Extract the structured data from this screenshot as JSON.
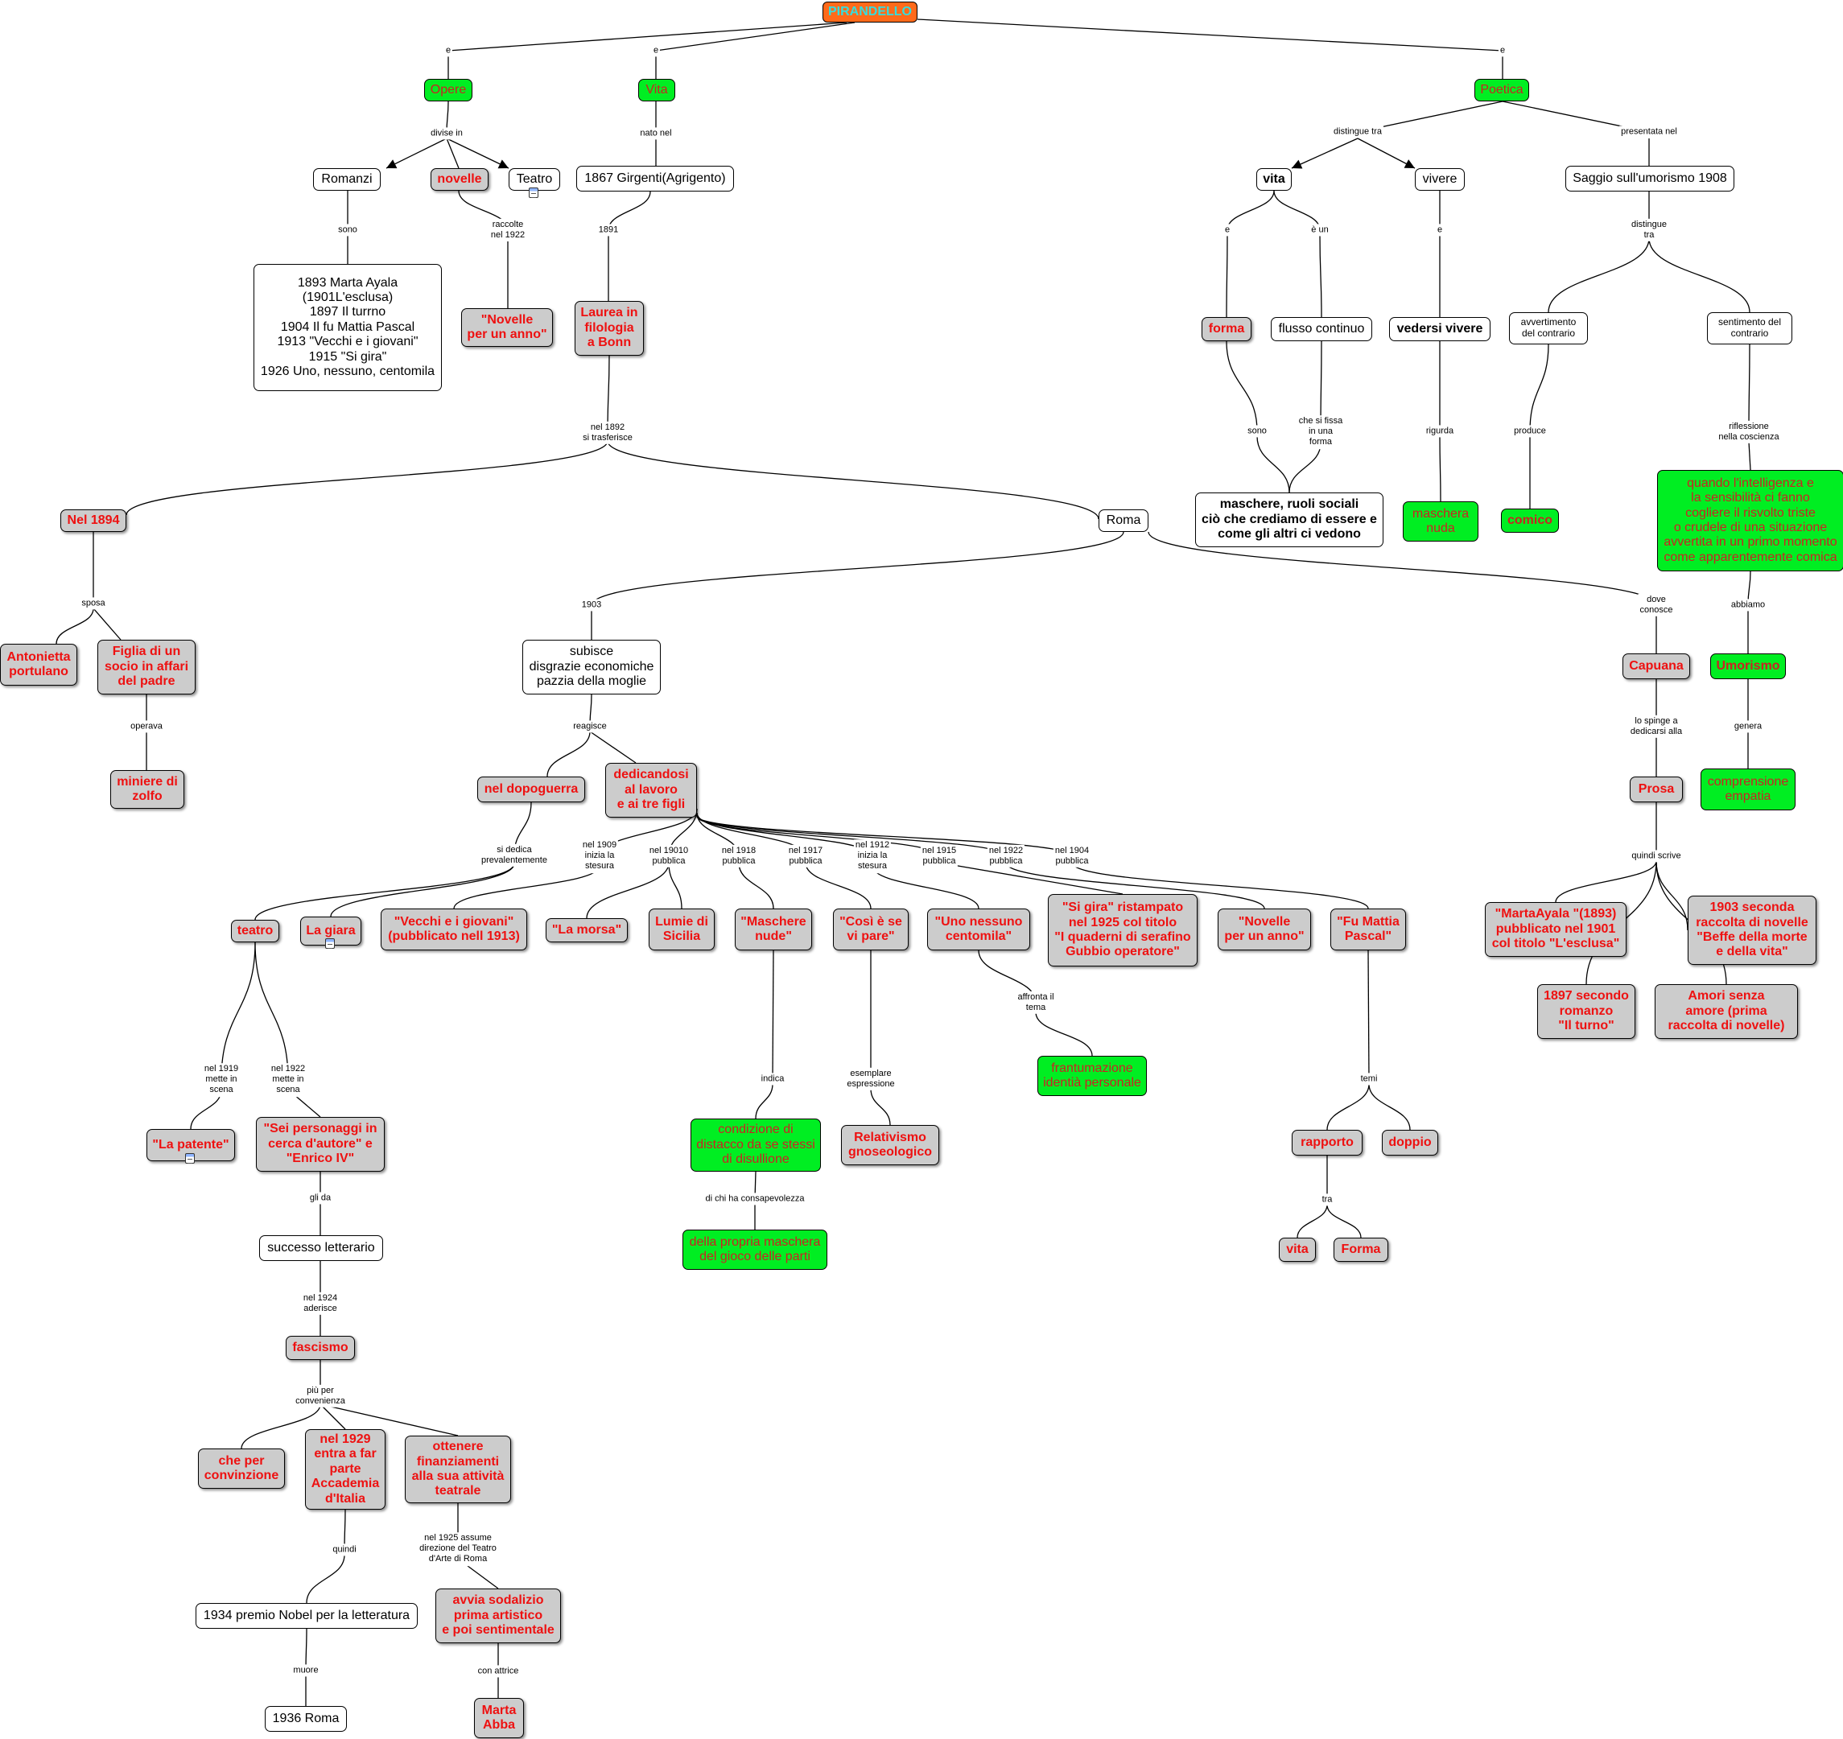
{
  "nodes": {
    "pirandello": "PIRANDELLO",
    "opere": "Opere",
    "vita_top": "Vita",
    "poetica": "Poetica",
    "romanzi": "Romanzi",
    "novelle": "novelle",
    "teatro_top": "Teatro",
    "romanzi_list": "1893 Marta Ayala\n(1901L'esclusa)\n1897 Il turrno\n1904 Il fu Mattia Pascal\n1913 \"Vecchi e i  giovani\"\n1915 \"Si gira\"\n1926 Uno, nessuno, centomila",
    "novelle_anno_top": "\"Novelle\nper un anno\"",
    "nascita": "1867 Girgenti(Agrigento)",
    "laurea": "Laurea in\nfilologia\na Bonn",
    "nel_1894": "Nel 1894",
    "roma": "Roma",
    "antonietta": "Antonietta\nportulano",
    "figlia_socio": "Figlia di un\nsocio in affari\ndel padre",
    "miniere": "miniere di\nzolfo",
    "disgrazie": "subisce\ndisgrazie economiche\npazzia della moglie",
    "dopoguerra": "nel dopoguerra",
    "dedicandosi": "dedicandosi\nal lavoro\ne ai tre figli",
    "teatro": "teatro",
    "la_giara": "La giara",
    "vecchi_giovani": "\"Vecchi e i  giovani\"\n(pubblicato nell 1913)",
    "la_morsa": "\"La morsa\"",
    "lumie": "Lumie di\nSicilia",
    "maschere_nude": "\"Maschere\nnude\"",
    "cosi_e": "\"Così è se\nvi pare\"",
    "uno_nessuno": "\"Uno nessuno\ncentomila\"",
    "si_gira": "\"Si gira\" ristampato\nnel 1925 col titolo\n\"I quaderni di serafino\nGubbio operatore\"",
    "novelle_anno": "\"Novelle\nper un anno\"",
    "fu_mattia": "\"Fu Mattia\nPascal\"",
    "la_patente": "\"La patente\"",
    "sei_personaggi": "\"Sei personaggi in\ncerca d'autore\" e\n\"Enrico IV\"",
    "successo": "successo letterario",
    "fascismo": "fascismo",
    "convinzione": "che per\nconvinzione",
    "accademia": "nel 1929\nentra a far\nparte\nAccademia\nd'Italia",
    "finanziamenti": "ottenere\nfinanziamenti\nalla sua attività\nteatrale",
    "nobel": "1934 premio Nobel per la letteratura",
    "morte": "1936 Roma",
    "sodalizio": "avvia sodalizio\nprima artistico\ne poi sentimentale",
    "marta_abba": "Marta\nAbba",
    "condizione": "condizione di\ndistacco da se stessi\ndi disullione",
    "propria_maschera": "della propria maschera\ndel gioco delle parti",
    "relativismo": "Relativismo\ngnoseologico",
    "frantumazione": "frantumazione\nidentià personale",
    "rapporto": "rapporto",
    "doppio": "doppio",
    "vita_tema": "vita",
    "forma_tema": "Forma",
    "vita_poetica": "vita",
    "vivere": "vivere",
    "saggio": "Saggio sull'umorismo 1908",
    "forma": "forma",
    "flusso": "flusso continuo",
    "vedersi": "vedersi vivere",
    "avvertimento": "avvertimento\ndel contrario",
    "sentimento": "sentimento del\ncontrario",
    "maschere_ruoli": "maschere, ruoli sociali\nciò che crediamo di essere e\ncome gli altri ci vedono",
    "maschera_nuda": "maschera\nnuda",
    "comico": "comico",
    "quando": "quando l'intelligenza e\nla sensibilità ci fanno\ncogliere il risvolto triste\no crudele di una situazione\navvertita in un primo momento\ncome apparentemente comica",
    "capuana": "Capuana",
    "umorismo": "Umorismo",
    "prosa": "Prosa",
    "comprensione": "comprensione\nempatia",
    "marta_ayala": "\"MartaAyala \"(1893)\npubblicato nel 1901\ncol titolo \"L'esclusa\"",
    "beffe": "1903 seconda\nraccolta di novelle\n\"Beffe della morte\ne della vita\"",
    "turno": "1897 secondo\nromanzo\n\"Il turno\"",
    "amori": "Amori senza\namore (prima\nraccolta di novelle)"
  },
  "link_labels": {
    "e1": "e",
    "e2": "e",
    "e3": "e",
    "divise_in": "divise in",
    "nato_nel": "nato nel",
    "distingue_tra": "distingue tra",
    "presentata_nel": "presentata nel",
    "sono1": "sono",
    "raccolte": "raccolte\nnel 1922",
    "y1891": "1891",
    "nel1892": "nel 1892\nsi trasferisce",
    "sposa": "sposa",
    "operava": "operava",
    "y1903": "1903",
    "dove_conosce": "dove\nconosce",
    "reagisce": "reagisce",
    "si_dedica": "si dedica\nprevalentemente",
    "nel1909": "nel 1909\ninizia la\nstesura",
    "nel19010": "nel 19010\npubblica",
    "nel1918": "nel 1918\npubblica",
    "nel1917": "nel 1917\npubblica",
    "nel1912": "nel 1912\ninizia la\nstesura",
    "nel1915": "nel 1915\npubblica",
    "nel1922p": "nel 1922\npubblica",
    "nel1904": "nel 1904\npubblica",
    "nel1919": "nel 1919\nmette in\nscena",
    "nel1922m": "nel 1922\nmette in\nscena",
    "gli_da": "gli da",
    "nel1924": "nel 1924\naderisce",
    "piu_per": "più per\nconvenienza",
    "quindi1": "quindi",
    "nel1925": "nel 1925 assume\ndirezione del Teatro\nd'Arte di Roma",
    "muore": "muore",
    "con_attrice": "con attrice",
    "indica": "indica",
    "chi_ha": "di chi ha consapevolezza",
    "esemplare": "esemplare\nespressione",
    "affronta": "affronta il\ntema",
    "temi": "temi",
    "tra": "tra",
    "e_vita": "e",
    "e_un": "è un",
    "e_vivere": "e",
    "distingue_tra2": "distingue\ntra",
    "sono2": "sono",
    "fissa": "che si fissa\nin una\nforma",
    "rigurda": "rigurda",
    "produce": "produce",
    "riflessione": "riflessione\nnella coscienza",
    "abbiamo": "abbiamo",
    "spinge": "lo spinge a\ndedicarsi alla",
    "genera": "genera",
    "quindi_scrive": "quindi scrive"
  },
  "colors": {
    "root_fill": "#ff6a1a",
    "root_text": "#33dddd",
    "grey_fill": "#cccccc",
    "red_text": "#ee1111",
    "green_fill": "#00ee22"
  }
}
